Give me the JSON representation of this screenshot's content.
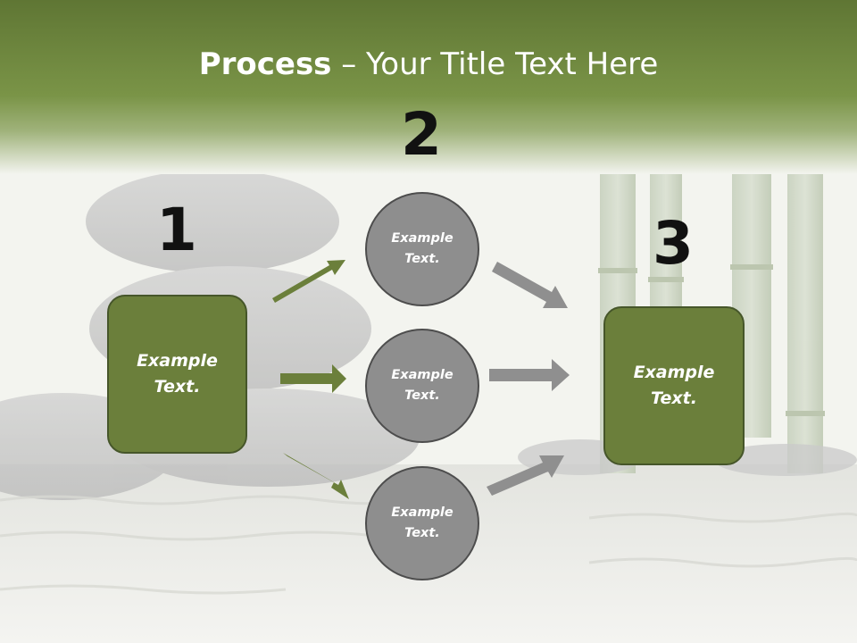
{
  "title": {
    "bold": "Process",
    "rest": " – Your Title Text Here"
  },
  "steps": {
    "number_1": "1",
    "number_2": "2",
    "number_3": "3"
  },
  "nodes": {
    "start_box": "Example Text.",
    "circle_top": "Example Text.",
    "circle_middle": "Example Text.",
    "circle_bottom": "Example Text.",
    "end_box": "Example Text."
  },
  "colors": {
    "header_green": "#72883f",
    "box_green": "#6b7f3b",
    "circle_gray": "#8e8e8e",
    "arrow_green": "#6b7f3b",
    "arrow_gray": "#8f8f8f"
  }
}
